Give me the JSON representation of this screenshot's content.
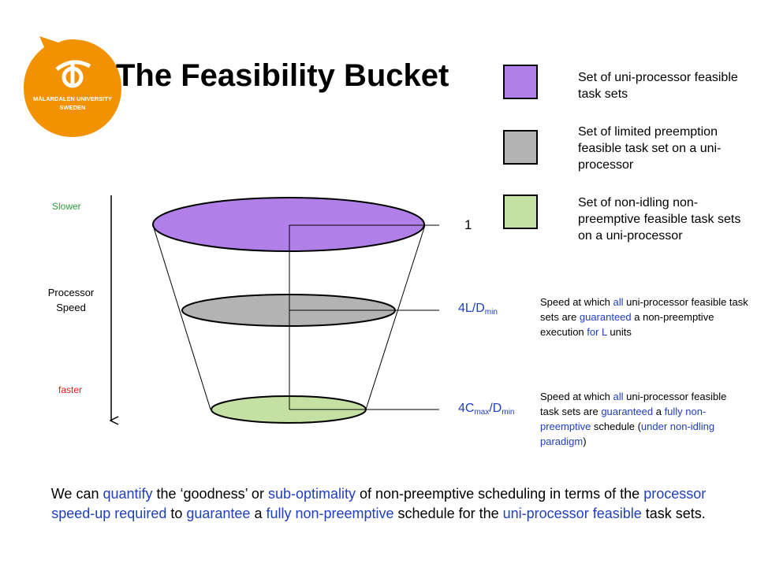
{
  "logo": {
    "line1": "MÄLARDALEN UNIVERSITY",
    "line2": "SWEDEN",
    "color": "#f39200"
  },
  "title": "The Feasibility Bucket",
  "legend": [
    {
      "color": "#b07fe8",
      "text": "Set of uni-processor feasible task sets"
    },
    {
      "color": "#b3b3b3",
      "text": "Set of limited preemption feasible task set on a uni-processor"
    },
    {
      "color": "#c4e0a2",
      "text": "Set of non-idling non-preemptive feasible task sets on a uni-processor"
    }
  ],
  "axis": {
    "slower": "Slower",
    "label_line1": "Processor",
    "label_line2": "Speed",
    "faster": "faster",
    "accent": "#2e9e3e",
    "red": "#e02020"
  },
  "levels": {
    "top": "1",
    "mid_main": "4L/D",
    "mid_sub": "min",
    "bottom_c": "4C",
    "bottom_c_sub": "max",
    "bottom_d": "/D",
    "bottom_d_sub": "min",
    "accent": "#1f3fbf"
  },
  "note1": {
    "p1": "Speed at which ",
    "b1": "all",
    "p2": " uni-processor feasible task sets are ",
    "b2": "guaranteed",
    "p3": " a non-preemptive execution ",
    "b3": "for L",
    "p4": " units"
  },
  "note2": {
    "p1": "Speed at which ",
    "b1": "all",
    "p2": " uni-processor feasible task sets are ",
    "b2": "guaranteed",
    "p3": " a ",
    "b3": "fully non-preemptive",
    "p4": " schedule (",
    "b4": "under non-idling paradigm",
    "p5": ")"
  },
  "footer": {
    "s1": "We can ",
    "b1": "quantify",
    "s2": " the ‘goodness’ or ",
    "b2": "sub-optimality",
    "s3": " of non-preemptive scheduling in terms of the ",
    "b3": "processor speed-up required",
    "s4": " to ",
    "b4": "guarantee",
    "s5": " a ",
    "b5": "fully non-preemptive",
    "s6": " schedule for the ",
    "b6": "uni-processor feasible",
    "s7": " task sets."
  }
}
